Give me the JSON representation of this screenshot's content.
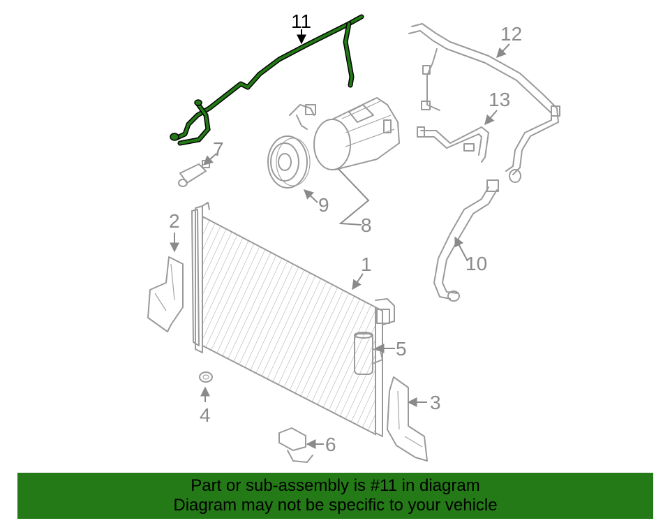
{
  "callouts": {
    "c1": "1",
    "c2": "2",
    "c3": "3",
    "c4": "4",
    "c5": "5",
    "c6": "6",
    "c7": "7",
    "c8": "8",
    "c9": "9",
    "c10": "10",
    "c11": "11",
    "c12": "12",
    "c13": "13"
  },
  "highlighted_part": "11",
  "colors": {
    "highlight": "#237a16",
    "line_art": "#9a9a9a",
    "banner_bg": "#237a16"
  },
  "banner": {
    "line1": "Part or sub-assembly is #11 in diagram",
    "line2": "Diagram may not be specific to your vehicle"
  }
}
